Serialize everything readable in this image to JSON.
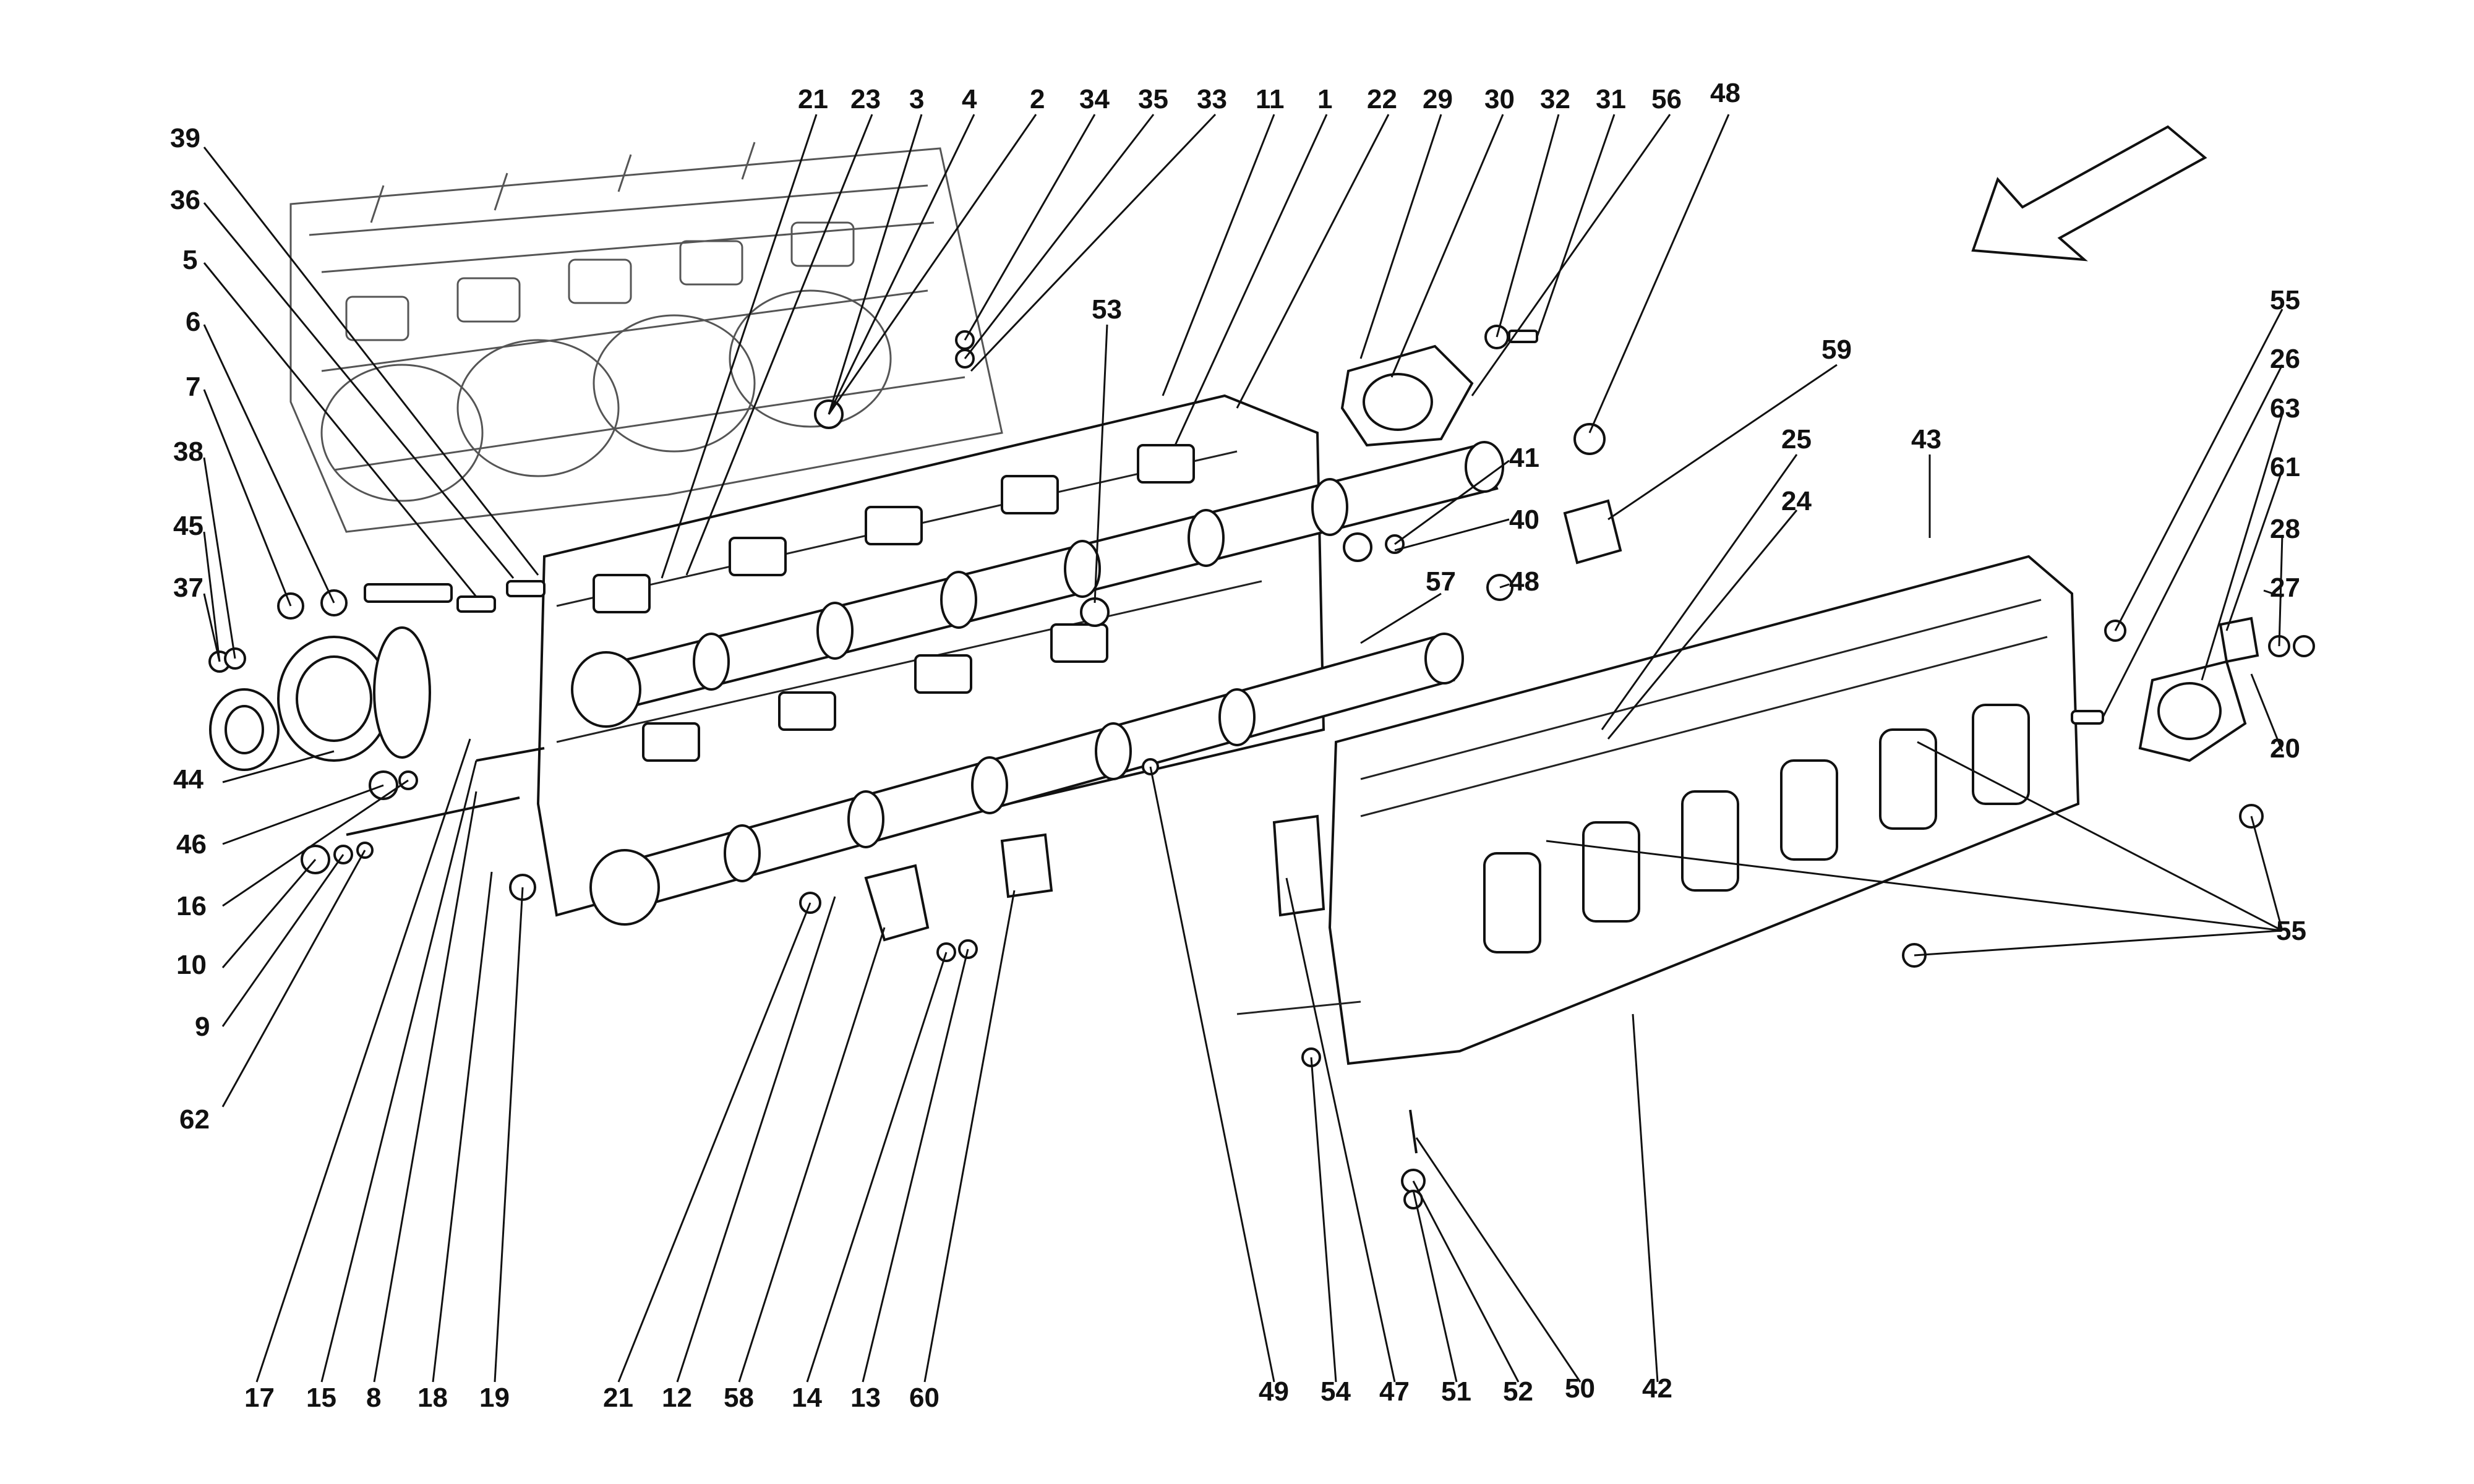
{
  "labels": {
    "l39": "39",
    "l36": "36",
    "l5": "5",
    "l6": "6",
    "l7": "7",
    "l38": "38",
    "l45": "45",
    "l37": "37",
    "l44": "44",
    "l46": "46",
    "l16": "16",
    "l10": "10",
    "l9": "9",
    "l62": "62",
    "l21a": "21",
    "l23": "23",
    "l3": "3",
    "l4": "4",
    "l2": "2",
    "l34": "34",
    "l35": "35",
    "l33": "33",
    "l11": "11",
    "l1": "1",
    "l22": "22",
    "l29": "29",
    "l30": "30",
    "l32": "32",
    "l31": "31",
    "l56": "56",
    "l48a": "48",
    "l53": "53",
    "l59": "59",
    "l41": "41",
    "l40": "40",
    "l57": "57",
    "l48b": "48",
    "l25": "25",
    "l24": "24",
    "l43": "43",
    "l55a": "55",
    "l26": "26",
    "l63": "63",
    "l61": "61",
    "l28": "28",
    "l27": "27",
    "l20": "20",
    "l55b": "55",
    "b17": "17",
    "b15": "15",
    "b8": "8",
    "b18": "18",
    "b19": "19",
    "b21": "21",
    "b12": "12",
    "b58": "58",
    "b14": "14",
    "b13": "13",
    "b60": "60",
    "b49": "49",
    "b54": "54",
    "b47": "47",
    "b51": "51",
    "b52": "52",
    "b50": "50",
    "b42": "42"
  },
  "colors": {
    "ink": "#111111",
    "paper": "#ffffff",
    "background_drawing": "#555555"
  },
  "icons": {
    "direction_arrow": "direction-arrow-icon"
  }
}
